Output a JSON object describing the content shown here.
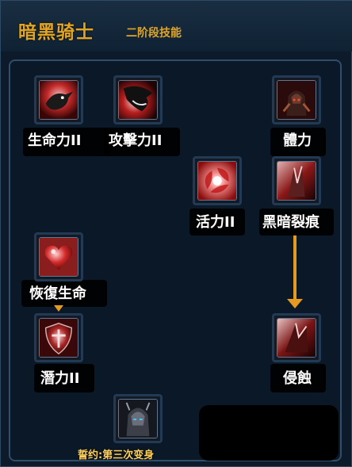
{
  "header": {
    "title": "暗黑骑士",
    "subtitle": "二阶段技能"
  },
  "skills": [
    {
      "name": "生命力II",
      "icon": "crow-red-icon"
    },
    {
      "name": "攻擊力II",
      "icon": "crow-black-icon"
    },
    {
      "name": "體力",
      "icon": "armored-knight-icon"
    },
    {
      "name": "活力II",
      "icon": "red-swirl-icon"
    },
    {
      "name": "黑暗裂痕",
      "icon": "dark-rift-icon"
    },
    {
      "name": "恢復生命",
      "icon": "heart-icon"
    },
    {
      "name": "潛力II",
      "icon": "shield-emblem-icon"
    },
    {
      "name": "侵蝕",
      "icon": "erosion-icon"
    },
    {
      "name": "",
      "icon": "dark-knight-portrait-icon"
    }
  ],
  "footer": {
    "text": "誓约:第三次变身"
  },
  "colors": {
    "title": "#e1a526",
    "arrow": "#e59a22",
    "panel_bg": "#0b1827",
    "label": "#ffffff",
    "footer": "#ffd05a"
  }
}
